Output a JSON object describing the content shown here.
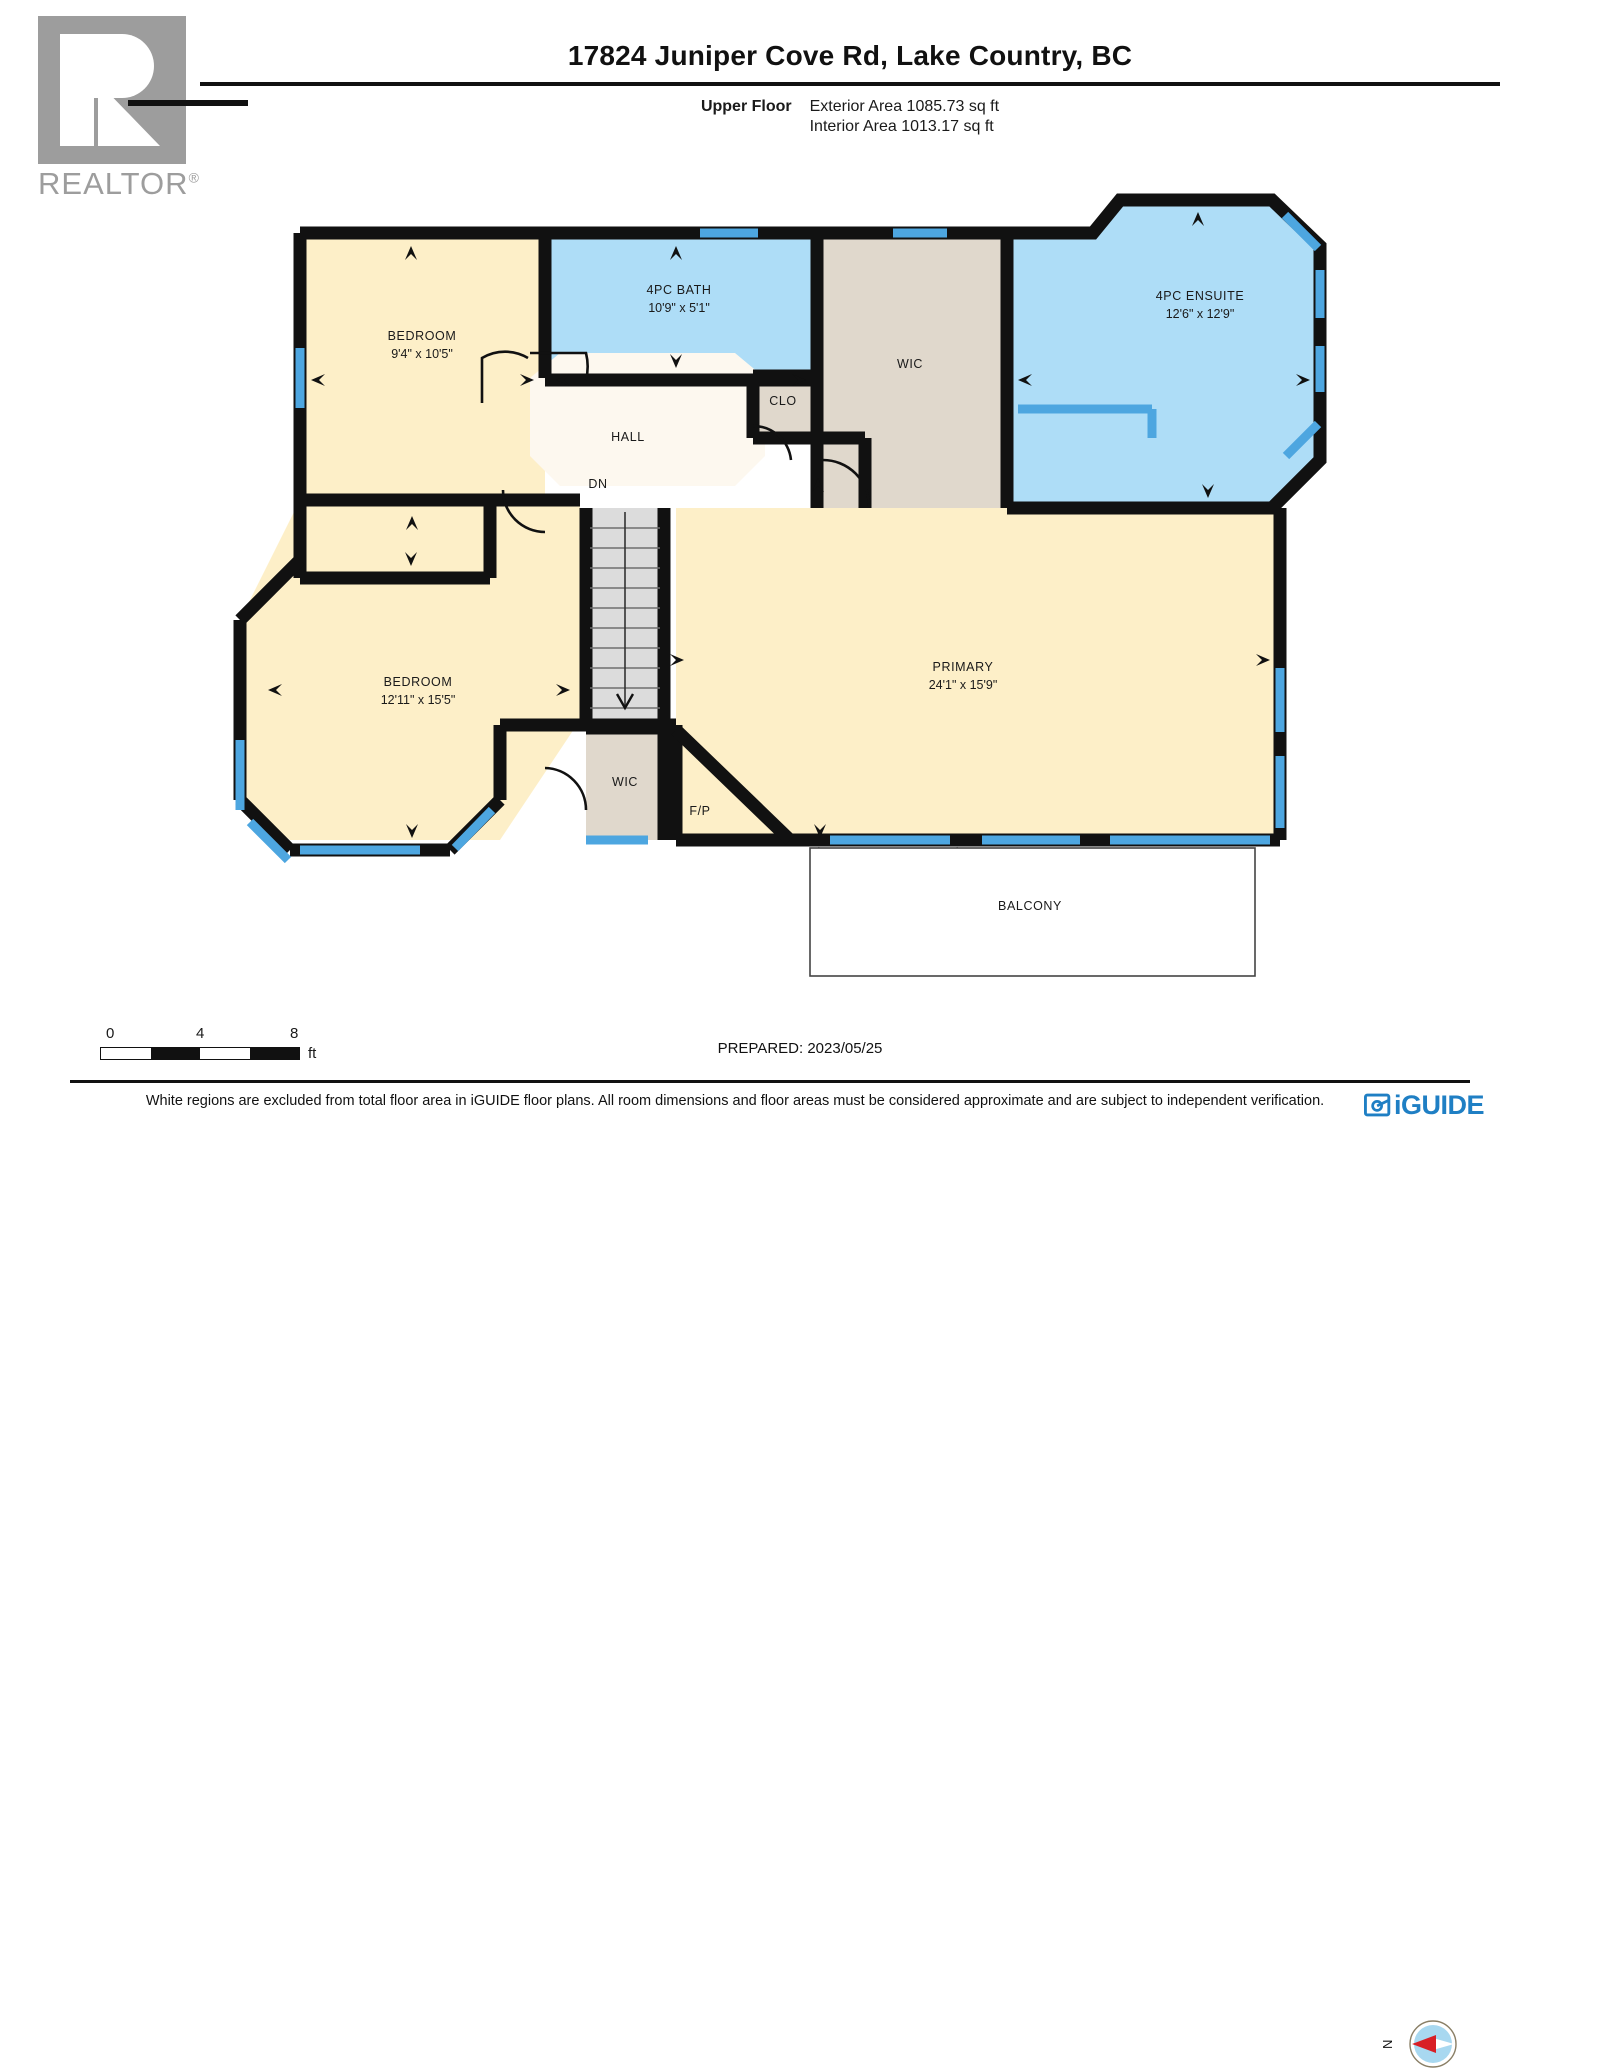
{
  "header": {
    "logo": {
      "mark_name": "REALTOR logo",
      "word": "REALTOR",
      "registered": "®"
    },
    "title": "17824 Juniper Cove Rd, Lake Country, BC",
    "floor_label": "Upper Floor",
    "exterior_area": "Exterior Area 1085.73 sq ft",
    "interior_area": "Interior Area 1013.17 sq ft"
  },
  "plan": {
    "rooms": [
      {
        "id": "bedroom_upper_left",
        "label": "BEDROOM",
        "dimensions": "9'4\" x 10'5\"",
        "fill": "#fdefc8"
      },
      {
        "id": "bath_4pc",
        "label": "4PC BATH",
        "dimensions": "10'9\" x 5'1\"",
        "fill": "#aeddf7"
      },
      {
        "id": "wic_upper",
        "label": "WIC",
        "dimensions": "",
        "fill": "#e0d8cc"
      },
      {
        "id": "ensuite_4pc",
        "label": "4PC ENSUITE",
        "dimensions": "12'6\" x 12'9\"",
        "fill": "#aeddf7"
      },
      {
        "id": "hall",
        "label": "HALL",
        "dimensions": "",
        "fill": "#fdf8ef"
      },
      {
        "id": "clo",
        "label": "CLO",
        "dimensions": "",
        "fill": "#e0d8cc"
      },
      {
        "id": "stairs_down",
        "label": "DN",
        "dimensions": "",
        "fill": "#dcdcdc"
      },
      {
        "id": "bedroom_lower_left",
        "label": "BEDROOM",
        "dimensions": "12'11\" x 15'5\"",
        "fill": "#fdefc8"
      },
      {
        "id": "primary",
        "label": "PRIMARY",
        "dimensions": "24'1\" x 15'9\"",
        "fill": "#fdefc8"
      },
      {
        "id": "wic_lower",
        "label": "WIC",
        "dimensions": "",
        "fill": "#e0d8cc"
      },
      {
        "id": "fireplace",
        "label": "F/P",
        "dimensions": "",
        "fill": "#fdefc8"
      },
      {
        "id": "balcony",
        "label": "BALCONY",
        "dimensions": "",
        "fill": "#ffffff"
      }
    ],
    "colors": {
      "wall": "#111111",
      "window": "#4da6e0",
      "cream": "#fdefc8",
      "blue_room": "#aeddf7",
      "taupe": "#e0d8cc",
      "hall_white": "#fdf8ef",
      "stair_gray": "#dcdcdc",
      "door_swing": "#dfdfdf",
      "excluded_white": "#ffffff"
    }
  },
  "footer": {
    "scale": {
      "ticks": [
        "0",
        "4",
        "8"
      ],
      "unit": "ft"
    },
    "prepared": "PREPARED: 2023/05/25",
    "compass": {
      "north_label": "N",
      "needle_color": "#d81f26",
      "dial_color": "#a8d8f0"
    },
    "disclaimer": "White regions are excluded from total floor area in iGUIDE floor plans. All room dimensions and floor areas must be considered approximate and are subject to independent verification.",
    "brand": "iGUIDE"
  }
}
